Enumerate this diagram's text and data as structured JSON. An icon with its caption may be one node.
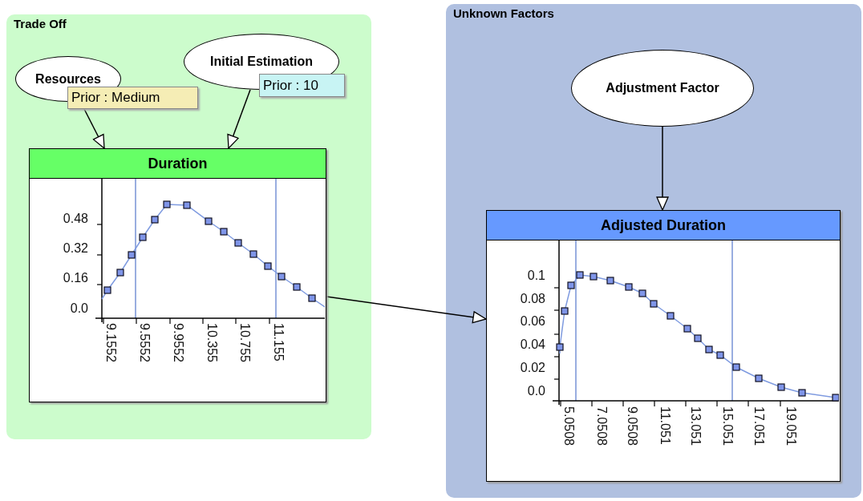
{
  "diagram": {
    "nodes": [
      {
        "text": [
          "Trade Off"
        ]
      },
      {
        "text": [
          "Resources",
          "Prior : Medium"
        ],
        "in": 0
      },
      {
        "text": [
          "Initial Estimation",
          "Prior : 10"
        ],
        "in": 0
      },
      {
        "text": [
          "Duration"
        ],
        "in": 0
      },
      {
        "text": [
          "Unknown Factors"
        ]
      },
      {
        "text": [
          "Adjustment Factor"
        ],
        "in": 4
      },
      {
        "text": [
          "Adjusted Duration"
        ],
        "in": 4
      }
    ],
    "edges": [
      {
        "from": 1,
        "to": 3,
        "arrow": "to"
      },
      {
        "from": 2,
        "to": 3,
        "arrow": "to"
      },
      {
        "from": 5,
        "to": 6,
        "arrow": "to"
      },
      {
        "from": 3,
        "to": 6,
        "arrow": "to"
      }
    ],
    "labels": [
      "0.48",
      "0.32",
      "0.16",
      "0.0",
      "9.1552",
      "9.5552",
      "9.9552",
      "10.355",
      "10.755",
      "11.155",
      "0.1",
      "0.08",
      "0.06",
      "0.04",
      "0.02",
      "0.0",
      "5.0508",
      "7.0508",
      "9.0508",
      "11.051",
      "13.051",
      "15.051",
      "17.051",
      "19.051"
    ]
  }
}
